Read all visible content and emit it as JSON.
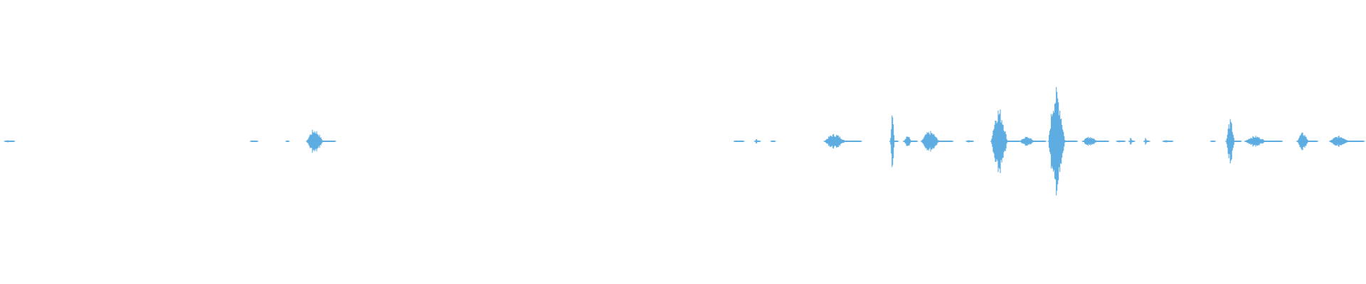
{
  "waveform": {
    "color": "#5dade2",
    "bursts": [
      {
        "t": 0.004,
        "dur": 0.006,
        "amp": 0.02
      },
      {
        "t": 0.184,
        "dur": 0.004,
        "amp": 0.01
      },
      {
        "t": 0.21,
        "dur": 0.001,
        "amp": 0.01
      },
      {
        "t": 0.225,
        "dur": 0.02,
        "amp": 0.18
      },
      {
        "t": 0.538,
        "dur": 0.006,
        "amp": 0.01
      },
      {
        "t": 0.553,
        "dur": 0.003,
        "amp": 0.04
      },
      {
        "t": 0.565,
        "dur": 0.002,
        "amp": 0.01
      },
      {
        "t": 0.604,
        "dur": 0.026,
        "amp": 0.11
      },
      {
        "t": 0.652,
        "dur": 0.005,
        "amp": 0.4
      },
      {
        "t": 0.662,
        "dur": 0.009,
        "amp": 0.09
      },
      {
        "t": 0.675,
        "dur": 0.022,
        "amp": 0.15
      },
      {
        "t": 0.708,
        "dur": 0.004,
        "amp": 0.02
      },
      {
        "t": 0.726,
        "dur": 0.02,
        "amp": 0.5
      },
      {
        "t": 0.747,
        "dur": 0.018,
        "amp": 0.07
      },
      {
        "t": 0.768,
        "dur": 0.02,
        "amp": 0.78
      },
      {
        "t": 0.793,
        "dur": 0.018,
        "amp": 0.07
      },
      {
        "t": 0.818,
        "dur": 0.005,
        "amp": 0.02
      },
      {
        "t": 0.827,
        "dur": 0.003,
        "amp": 0.07
      },
      {
        "t": 0.838,
        "dur": 0.003,
        "amp": 0.06
      },
      {
        "t": 0.852,
        "dur": 0.006,
        "amp": 0.02
      },
      {
        "t": 0.887,
        "dur": 0.002,
        "amp": 0.01
      },
      {
        "t": 0.898,
        "dur": 0.01,
        "amp": 0.32
      },
      {
        "t": 0.912,
        "dur": 0.026,
        "amp": 0.08
      },
      {
        "t": 0.95,
        "dur": 0.014,
        "amp": 0.13
      },
      {
        "t": 0.974,
        "dur": 0.024,
        "amp": 0.08
      }
    ]
  }
}
